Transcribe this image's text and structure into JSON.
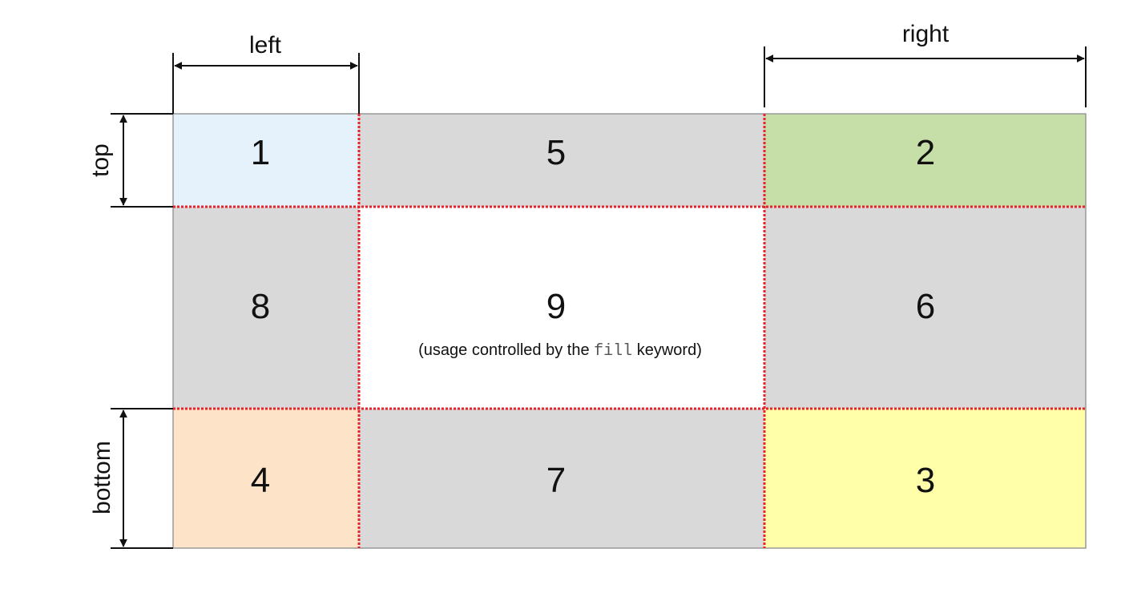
{
  "diagram": {
    "labels": {
      "left": "left",
      "right": "right",
      "top": "top",
      "bottom": "bottom"
    },
    "cells": [
      {
        "id": "c1",
        "number": "1",
        "color": "#e5f1fb"
      },
      {
        "id": "c5",
        "number": "5",
        "color": "#d9d9d9"
      },
      {
        "id": "c2",
        "number": "2",
        "color": "#c6dea8"
      },
      {
        "id": "c8",
        "number": "8",
        "color": "#d9d9d9"
      },
      {
        "id": "c9",
        "number": "9",
        "color": "#ffffff"
      },
      {
        "id": "c6",
        "number": "6",
        "color": "#d9d9d9"
      },
      {
        "id": "c4",
        "number": "4",
        "color": "#fde4c8"
      },
      {
        "id": "c7",
        "number": "7",
        "color": "#d9d9d9"
      },
      {
        "id": "c3",
        "number": "3",
        "color": "#ffffaa"
      }
    ],
    "center_note": {
      "prefix": "(usage controlled by the ",
      "code": "fill",
      "suffix": " keyword)"
    },
    "slice_line_color": "#e8232a",
    "border_color": "#999999"
  }
}
